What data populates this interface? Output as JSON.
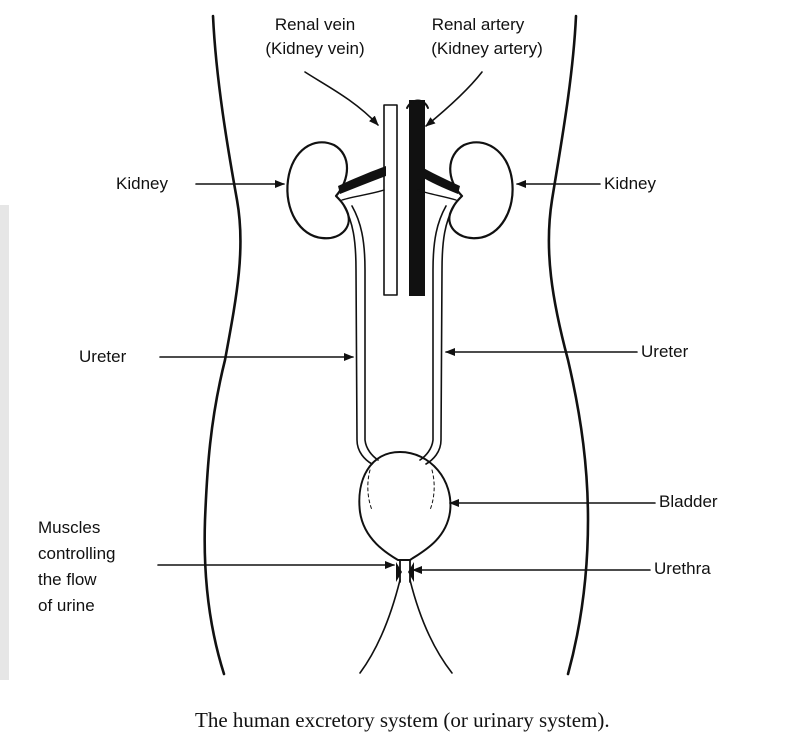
{
  "labels": {
    "renal_vein_1": "Renal vein",
    "renal_vein_2": "(Kidney vein)",
    "renal_artery_1": "Renal artery",
    "renal_artery_2": "(Kidney artery)",
    "kidney_left": "Kidney",
    "kidney_right": "Kidney",
    "ureter_left": "Ureter",
    "ureter_right": "Ureter",
    "bladder": "Bladder",
    "urethra": "Urethra",
    "muscles_1": "Muscles",
    "muscles_2": "controlling",
    "muscles_3": "the flow",
    "muscles_4": "of urine"
  },
  "caption": "The human excretory system (or urinary system)."
}
